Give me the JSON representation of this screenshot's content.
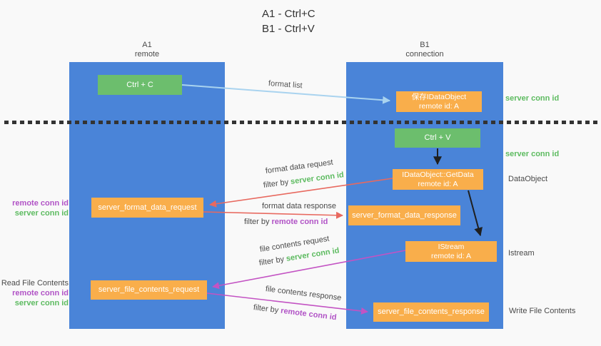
{
  "title": {
    "line1": "A1 - Ctrl+C",
    "line2": "B1 - Ctrl+V"
  },
  "columns": {
    "a": {
      "name": "A1",
      "role": "remote"
    },
    "b": {
      "name": "B1",
      "role": "connection"
    }
  },
  "nodes": {
    "ctrl_c": "Ctrl + C",
    "save_idataobject": {
      "title": "保存IDataObject",
      "subtitle": "remote id: A"
    },
    "ctrl_v": "Ctrl + V",
    "getdata": {
      "title": "IDataObject::GetData",
      "subtitle": "remote id: A"
    },
    "format_request": "server_format_data_request",
    "format_response": "server_format_data_response",
    "istream": {
      "title": "IStream",
      "subtitle": "remote id: A"
    },
    "file_request": "server_file_contents_request",
    "file_response": "server_file_contents_response"
  },
  "arrow_labels": {
    "format_list": "format list",
    "format_data_request": "format data request",
    "format_data_response": "format data response",
    "file_contents_request": "file contents request",
    "file_contents_response": "file contents response",
    "filter_by": "filter by",
    "server_conn_id": "server conn id",
    "remote_conn_id": "remote conn id"
  },
  "side_labels": {
    "server_conn_id": "server conn id",
    "remote_conn_id": "remote conn id",
    "dataobject": "DataObject",
    "istream": "Istream",
    "read_file_contents": "Read File Contents",
    "write_file_contents": "Write File Contents"
  },
  "colors": {
    "column_blue": "#4a84d8",
    "node_green": "#6cbe6d",
    "node_orange": "#f9ae4b",
    "green_text": "#5dbb60",
    "purple_text": "#b153c6",
    "red_arrow": "#e8695f",
    "magenta_arrow": "#c353c3",
    "light_blue_arrow": "#a9d3ef",
    "dark_arrow": "#1f1f1f"
  }
}
